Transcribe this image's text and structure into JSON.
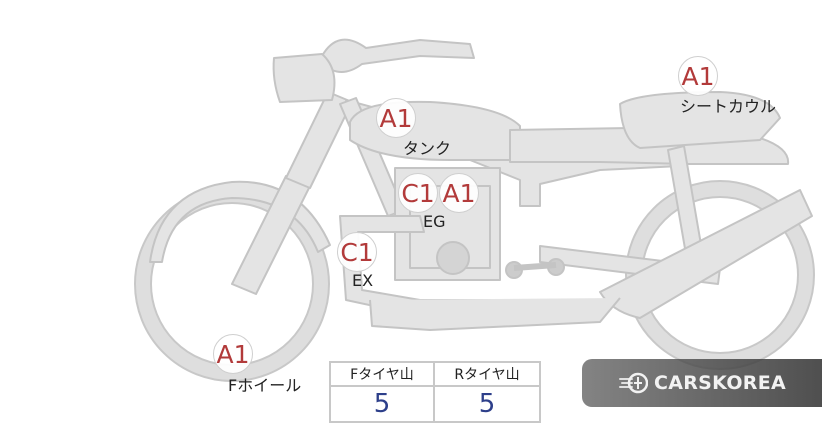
{
  "markers": {
    "seat_cowl": "A1",
    "tank": "A1",
    "engine_c": "C1",
    "engine_a": "A1",
    "exhaust": "C1",
    "front_wheel": "A1"
  },
  "labels": {
    "seat_cowl": "シートカウル",
    "tank": "タンク",
    "engine": "EG",
    "exhaust": "EX",
    "front_wheel": "Fホイール"
  },
  "tire_table": {
    "front_header": "Fタイヤ山",
    "rear_header": "Rタイヤ山",
    "front_value": "5",
    "rear_value": "5"
  },
  "watermark": {
    "text": "CARSKOREA",
    "icon": "carskorea-logo-icon"
  }
}
